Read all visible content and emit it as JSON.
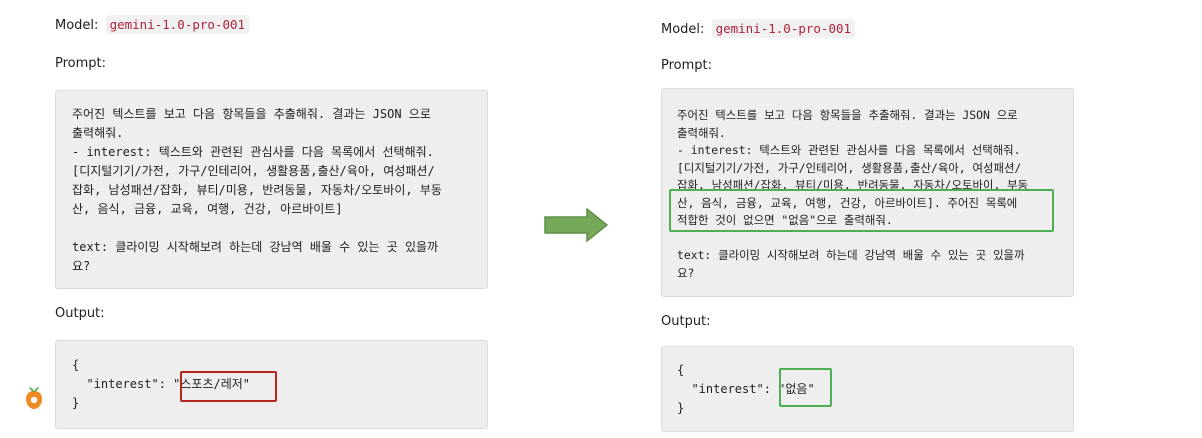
{
  "colors": {
    "highlight_before": "#b3261e",
    "highlight_after": "#4caf50",
    "arrow": "#76a85a"
  },
  "arrow_icon": "right-arrow-icon",
  "logo_icon": "carrot-logo-icon",
  "before": {
    "model_label": "Model:",
    "model_name": "gemini-1.0-pro-001",
    "prompt_label": "Prompt:",
    "prompt_lines": [
      "주어진 텍스트를 보고 다음 항목들을 추출해줘. 결과는 JSON 으로",
      "출력해줘.",
      "- interest: 텍스트와 관련된 관심사를 다음 목록에서 선택해줘.",
      "[디지털기기/가전, 가구/인테리어, 생활용품,출산/육아, 여성패션/",
      "잡화, 남성패션/잡화, 뷰티/미용, 반려동물, 자동차/오토바이, 부동",
      "산, 음식, 금융, 교육, 여행, 건강, 아르바이트]",
      "",
      "text: 클라이밍 시작해보려 하는데 강남역 배울 수 있는 곳 있을까",
      "요?"
    ],
    "output_label": "Output:",
    "output_lines": [
      "{",
      "  \"interest\": \"스포츠/레저\"",
      "}"
    ]
  },
  "after": {
    "model_label": "Model:",
    "model_name": "gemini-1.0-pro-001",
    "prompt_label": "Prompt:",
    "prompt_lines": [
      "주어진 텍스트를 보고 다음 항목들을 추출해줘. 결과는 JSON 으로",
      "출력해줘.",
      "- interest: 텍스트와 관련된 관심사를 다음 목록에서 선택해줘.",
      "[디지털기기/가전, 가구/인테리어, 생활용품,출산/육아, 여성패션/",
      "잡화, 남성패션/잡화, 뷰티/미용, 반려동물, 자동차/오토바이, 부동",
      "산, 음식, 금융, 교육, 여행, 건강, 아르바이트]. 주어진 목록에",
      "적합한 것이 없으면 \"없음\"으로 출력해줘.",
      "",
      "text: 클라이밍 시작해보려 하는데 강남역 배울 수 있는 곳 있을까",
      "요?"
    ],
    "output_label": "Output:",
    "output_lines": [
      "{",
      "  \"interest\": \"없음\"",
      "}"
    ]
  }
}
